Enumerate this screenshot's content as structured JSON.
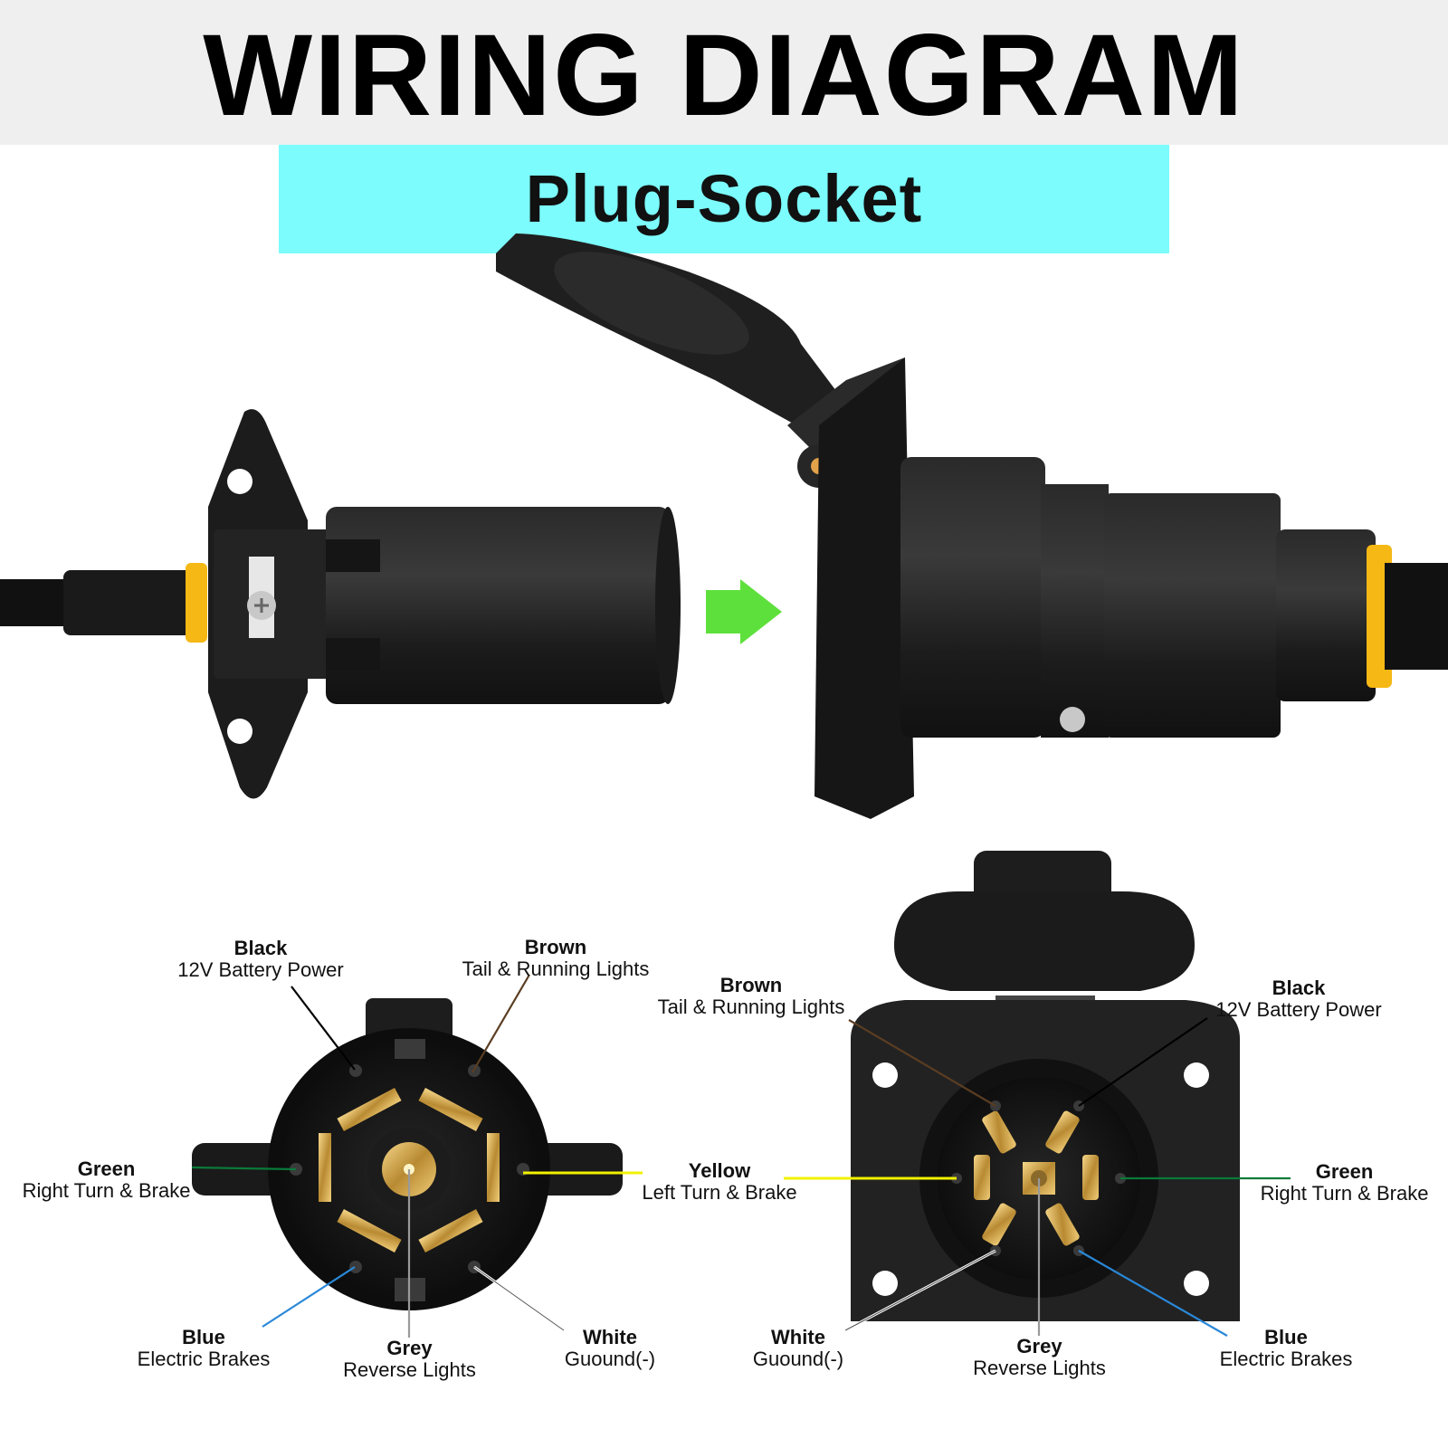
{
  "title": "WIRING DIAGRAM",
  "subtitle": "Plug-Socket",
  "plug_labels": [
    {
      "color": "Black",
      "desc": "12V Battery Power"
    },
    {
      "color": "Brown",
      "desc": "Tail & Running Lights"
    },
    {
      "color": "Green",
      "desc": "Right Turn & Brake"
    },
    {
      "color": "Yellow",
      "desc": "Left Turn & Brake"
    },
    {
      "color": "Blue",
      "desc": "Electric Brakes"
    },
    {
      "color": "Grey",
      "desc": "Reverse Lights"
    },
    {
      "color": "White",
      "desc": "Guound(-)"
    }
  ],
  "socket_labels": [
    {
      "color": "Brown",
      "desc": "Tail & Running Lights"
    },
    {
      "color": "Black",
      "desc": "12V Battery Power"
    },
    {
      "color": "Green",
      "desc": "Right Turn & Brake"
    },
    {
      "color": "White",
      "desc": "Guound(-)"
    },
    {
      "color": "Grey",
      "desc": "Reverse Lights"
    },
    {
      "color": "Blue",
      "desc": "Electric Brakes"
    }
  ],
  "wire_colors": {
    "black": "#000000",
    "brown": "#5a3d22",
    "green": "#0a7a3a",
    "yellow": "#f2f200",
    "blue": "#2a88d8",
    "grey": "#9a9a9a",
    "white": "#ffffff",
    "arrow": "#5ee03c"
  },
  "icons": [
    "arrow-right-icon"
  ]
}
